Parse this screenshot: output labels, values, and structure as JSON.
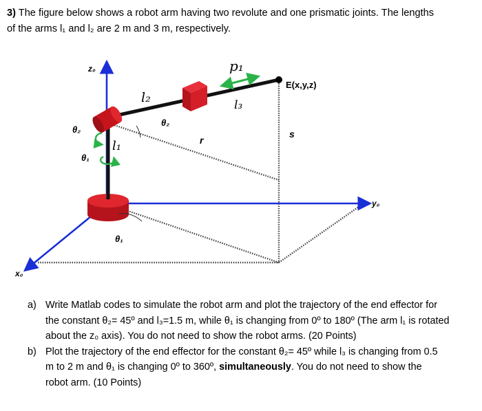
{
  "intro": {
    "number": "3)",
    "line1": "The figure below shows a robot arm having two revolute and one prismatic joints. The lengths",
    "line2": "of the arms l₁ and l₂ are 2 m and 3 m, respectively."
  },
  "figure": {
    "z_axis": "z₀",
    "y_axis": "y₀",
    "x_axis": "x₀",
    "l1": "l₁",
    "l2": "l₂",
    "l3": "l₃",
    "p1": "p₁",
    "end_effector": "E(x,y,z)",
    "s": "s",
    "r": "r",
    "theta2_left": "θ₂",
    "theta2_mid": "θ₂",
    "theta1_upper": "θ₁",
    "theta1_lower": "θ₁",
    "colors": {
      "axis": "#1a2fd6",
      "joint": "#d1121b",
      "arrow": "#2bb34a"
    }
  },
  "questions": [
    {
      "label": "a)",
      "parts": [
        "Write Matlab codes to simulate the robot arm and plot the trajectory of the end effector for",
        "the constant θ₂= 45º and l₃=1.5 m, while θ₁ is changing from 0º to 180º (The arm l₁ is rotated",
        "about the z₀ axis). You do not need to show the robot arms. (20 Points)"
      ]
    },
    {
      "label": "b)",
      "line1": "Plot the trajectory of the end effector for the constant θ₂= 45º while l₃ is changing from 0.5",
      "line2_pre": "m to 2 m and θ₁ is changing 0º to 360º, ",
      "line2_bold": "simultaneously",
      "line2_post": ". You do not need to show the",
      "line3": "robot arm. (10 Points)"
    }
  ]
}
